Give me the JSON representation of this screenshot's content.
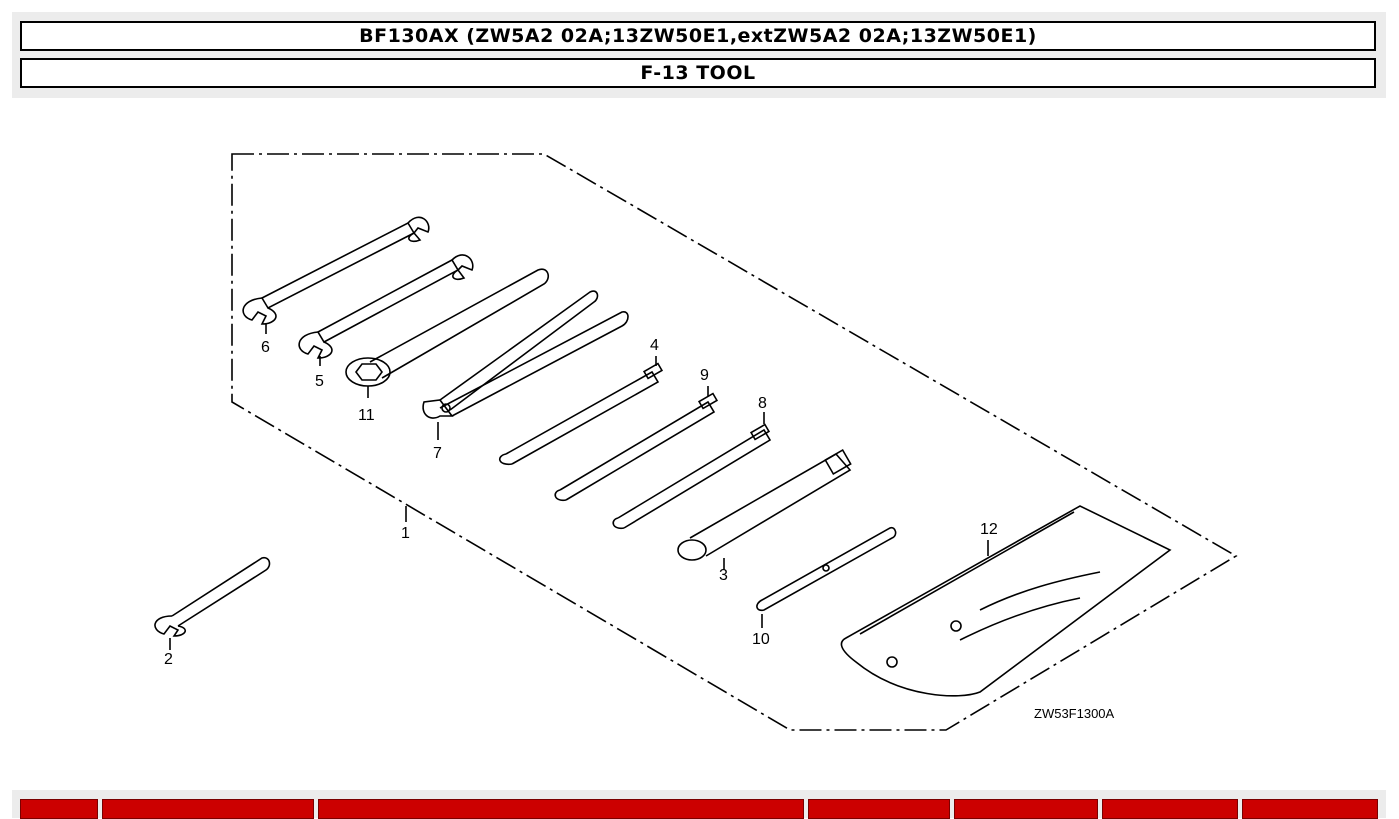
{
  "header": {
    "model_title": "BF130AX (ZW5A2 02A;13ZW50E1,extZW5A2 02A;13ZW50E1)",
    "section_title": "F-13 TOOL"
  },
  "diagram": {
    "callouts": [
      "1",
      "2",
      "3",
      "4",
      "5",
      "6",
      "7",
      "8",
      "9",
      "10",
      "11",
      "12"
    ],
    "drawing_code": "ZW53F1300A"
  },
  "table": {
    "columns": [
      "",
      "",
      "",
      "",
      "",
      "",
      ""
    ]
  }
}
